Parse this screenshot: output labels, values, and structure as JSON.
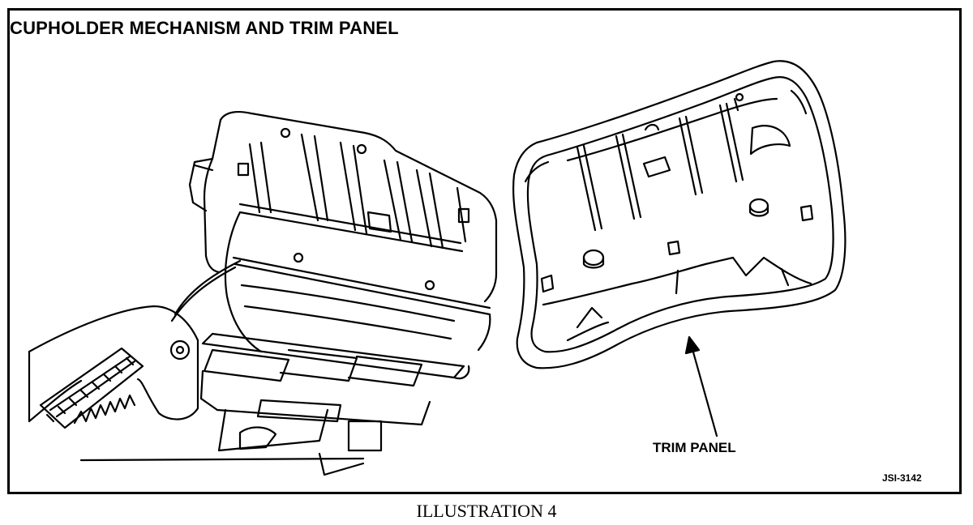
{
  "figure": {
    "title": "CUPHOLDER MECHANISM AND TRIM PANEL",
    "callout_label": "TRIM PANEL",
    "figure_code": "JSI-3142",
    "caption": "ILLUSTRATION 4"
  },
  "colors": {
    "ink": "#000000",
    "paper": "#ffffff"
  }
}
